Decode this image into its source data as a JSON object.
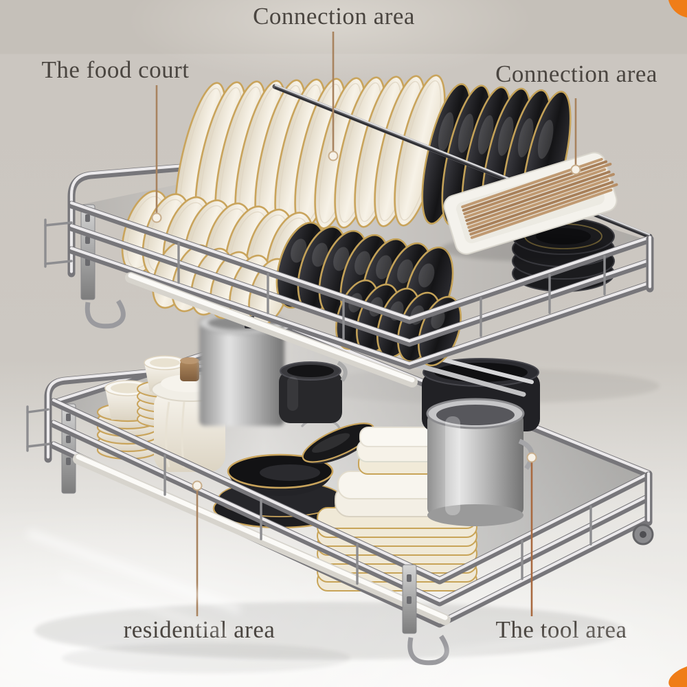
{
  "annotations": {
    "top_connection": "Connection area",
    "food_court": "The food court",
    "right_connection": "Connection area",
    "residential": "residential area",
    "tool": "The tool area"
  },
  "colors": {
    "background_top": "#c5c0b9",
    "background_mid": "#cbc6c0",
    "floor_light": "#edece8",
    "accent_orange": "#ef7d18",
    "gold_trim": "#c9a45c",
    "label_text": "#4a4540",
    "leader_line": "#a8835f",
    "leader_line_orange": "#a96a40",
    "chrome": "#b9b9bc",
    "ivory_dish": "#f3eee3",
    "black_dish": "#1b1b1e",
    "wood": "#a5805a",
    "white_tube": "#f2f0ea"
  }
}
